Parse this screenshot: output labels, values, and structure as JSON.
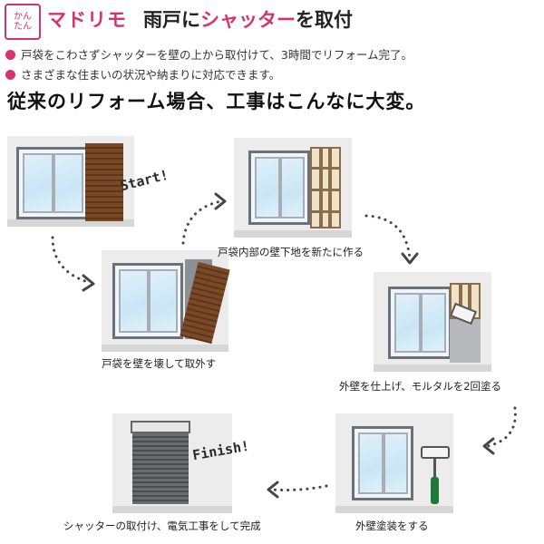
{
  "header": {
    "badge_line1": "かん",
    "badge_line2": "たん",
    "brand": "マドリモ",
    "title_pre": "雨戸に",
    "title_accent": "シャッター",
    "title_post": "を取付"
  },
  "bullets": [
    "戸袋をこわさずシャッターを壁の上から取付けて、3時間でリフォーム完了。",
    "さまざまな住まいの状況や納まりに対応できます。"
  ],
  "subtitle": "従来のリフォーム場合、工事はこんなに大変。",
  "tags": {
    "start": "Start!",
    "finish": "Finish!"
  },
  "steps": [
    {
      "caption": ""
    },
    {
      "caption": "戸袋を壁を壊して取外す"
    },
    {
      "caption": "戸袋内部の壁下地を新たに作る"
    },
    {
      "caption": "外壁を仕上げ、モルタルを2回塗る"
    },
    {
      "caption": "外壁塗装をする"
    },
    {
      "caption": "シャッターの取付け、電気工事をして完成"
    }
  ],
  "colors": {
    "accent": "#d6336c",
    "panel": "#ececec",
    "wood": "#6b3e20"
  },
  "icons": [
    "dotted-arrow-icon",
    "paint-roller-icon",
    "trowel-icon"
  ]
}
